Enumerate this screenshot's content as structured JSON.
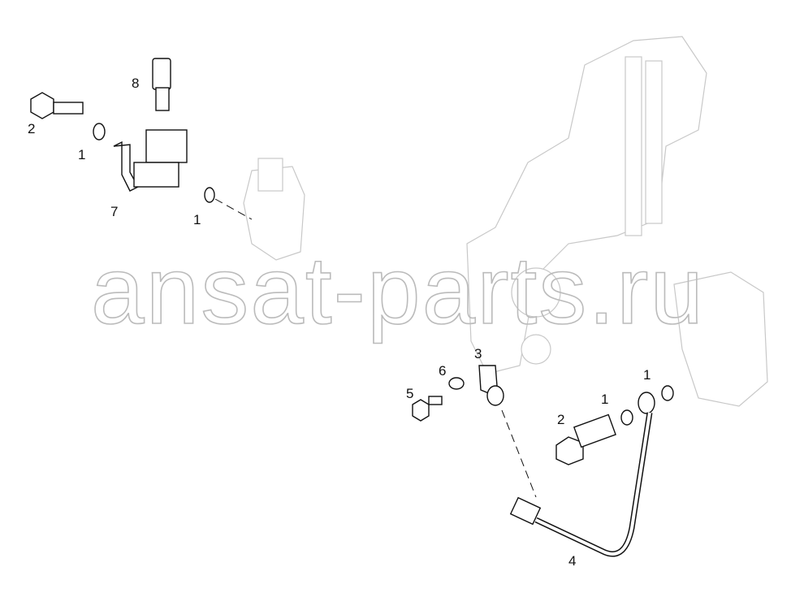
{
  "watermark": "ansat-parts.ru",
  "callouts": [
    {
      "id": "c8",
      "label": "8"
    },
    {
      "id": "c2a",
      "label": "2"
    },
    {
      "id": "c1a",
      "label": "1"
    },
    {
      "id": "c7",
      "label": "7"
    },
    {
      "id": "c1b",
      "label": "1"
    },
    {
      "id": "c3",
      "label": "3"
    },
    {
      "id": "c6",
      "label": "6"
    },
    {
      "id": "c5",
      "label": "5"
    },
    {
      "id": "c1c",
      "label": "1"
    },
    {
      "id": "c1d",
      "label": "1"
    },
    {
      "id": "c2b",
      "label": "2"
    },
    {
      "id": "c4",
      "label": "4"
    }
  ]
}
